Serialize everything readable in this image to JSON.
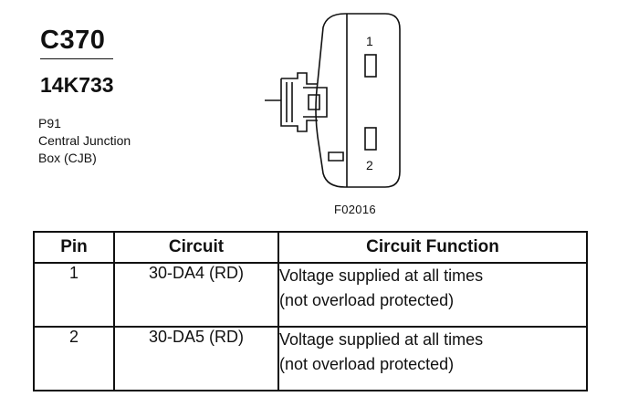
{
  "header": {
    "connector_id": "C370",
    "part_number": "14K733",
    "description_lines": [
      "P91",
      "Central Junction",
      "Box (CJB)"
    ]
  },
  "figure": {
    "id": "F02016",
    "pin_labels": [
      "1",
      "2"
    ]
  },
  "table": {
    "headers": [
      "Pin",
      "Circuit",
      "Circuit Function"
    ],
    "rows": [
      {
        "pin": "1",
        "circuit": "30-DA4 (RD)",
        "function": [
          "Voltage supplied at all times",
          "(not overload protected)"
        ]
      },
      {
        "pin": "2",
        "circuit": "30-DA5 (RD)",
        "function": [
          "Voltage supplied at all times",
          "(not overload protected)"
        ]
      }
    ]
  }
}
